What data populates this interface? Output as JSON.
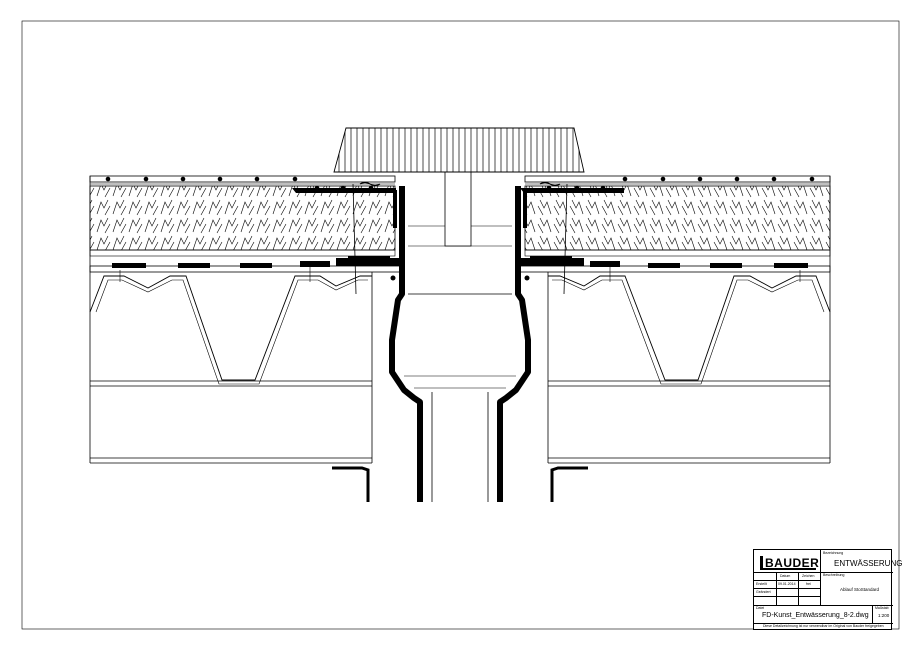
{
  "title_block": {
    "brand": "BAUDER",
    "bezeichnung_label": "Bezeichnung",
    "title": "ENTWÄSSERUNG",
    "col_datum": "Datum",
    "col_zeichner": "Zeichen",
    "erstellt_label": "Erstellt",
    "erstellt_datum": "09.01.2014",
    "erstellt_zeichner": "frei",
    "geaendert_label": "Geändert",
    "beschreibung_label": "Beschreibung",
    "beschreibung": "Ablauf StoStandard",
    "datei_label": "Datei",
    "filename": "FD-Kunst_Entwässerung_8-2.dwg",
    "massstab_label": "Maßstab",
    "scale": "1:200",
    "footer": "Diese Detailzeichnung ist nur verwendbar im Original von Bauder freigegeben"
  },
  "colors": {
    "line": "#000000",
    "background": "#ffffff"
  }
}
